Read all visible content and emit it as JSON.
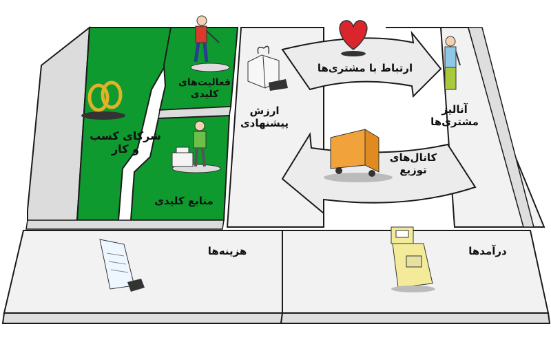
{
  "canvas": {
    "key_partners": "شرکای کسب و کار",
    "key_activities": "فعالیت‌های کلیدی",
    "key_resources": "منابع کلیدی",
    "value_proposition": "ارزش پیشنهادی",
    "customer_relationships": "ارتباط با مشتری‌ها",
    "channels": "کانال‌های توزیع",
    "customer_segments": "آنالیز مشتری‌ها",
    "cost_structure": "هزینه‌ها",
    "revenue_streams": "درآمدها"
  },
  "icons": {
    "partners": "wedding-rings-icon",
    "activities": "worker-icon",
    "resources": "machine-operator-icon",
    "value": "gift-box-icon",
    "relationships": "heart-icon",
    "channels": "delivery-truck-icon",
    "segments": "customer-icon",
    "costs": "receipt-icon",
    "revenue": "cash-register-icon"
  },
  "colors": {
    "green": "#0e9a2e",
    "panel": "#f2f2f2",
    "outline": "#1a1a1a",
    "arrow": "#ececec",
    "heart": "#d9252b",
    "truck": "#f1a23a"
  }
}
